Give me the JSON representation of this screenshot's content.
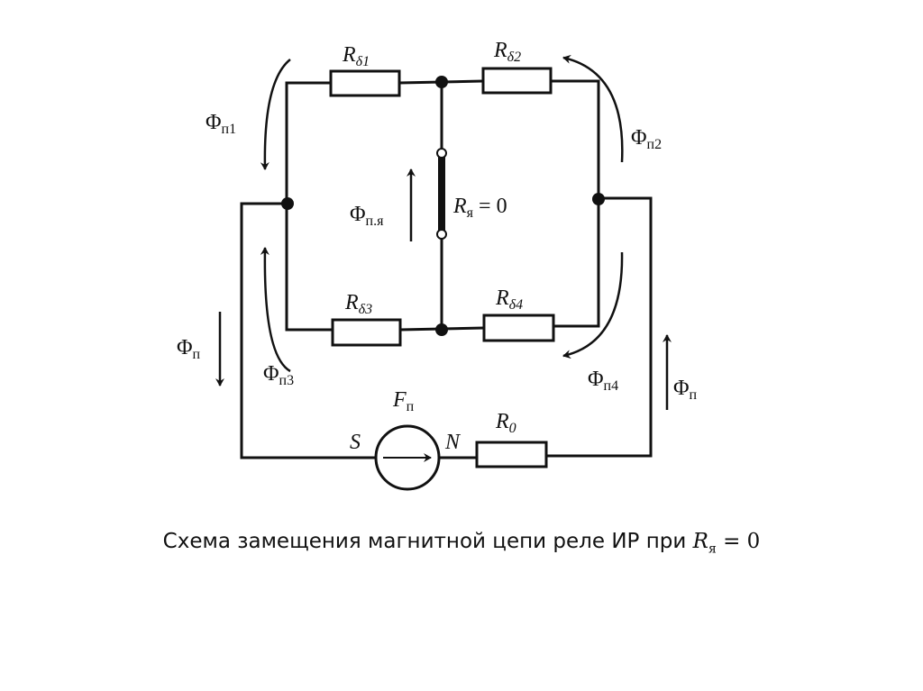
{
  "diagram": {
    "resistors": {
      "r_d1": {
        "main": "R",
        "sub": "δ1"
      },
      "r_d2": {
        "main": "R",
        "sub": "δ2"
      },
      "r_d3": {
        "main": "R",
        "sub": "δ3"
      },
      "r_d4": {
        "main": "R",
        "sub": "δ4"
      },
      "r_0": {
        "main": "R",
        "sub": "0"
      }
    },
    "armature": {
      "main": "R",
      "sub": "я",
      "eq": "= 0"
    },
    "fluxes": {
      "f1": {
        "main": "Φ",
        "sub": "п1"
      },
      "f2": {
        "main": "Φ",
        "sub": "п2"
      },
      "f3": {
        "main": "Φ",
        "sub": "п3"
      },
      "f4": {
        "main": "Φ",
        "sub": "п4"
      },
      "fa": {
        "main": "Φ",
        "sub": "п.я"
      },
      "fl": {
        "main": "Φ",
        "sub": "п"
      },
      "fr": {
        "main": "Φ",
        "sub": "п"
      }
    },
    "source": {
      "main": "F",
      "sub": "п",
      "s": "S",
      "n": "N"
    }
  },
  "caption": {
    "text": "Схема замещения магнитной цепи реле ИР при ",
    "math_main": "R",
    "math_sub": "я",
    "math_eq": " = 0"
  }
}
